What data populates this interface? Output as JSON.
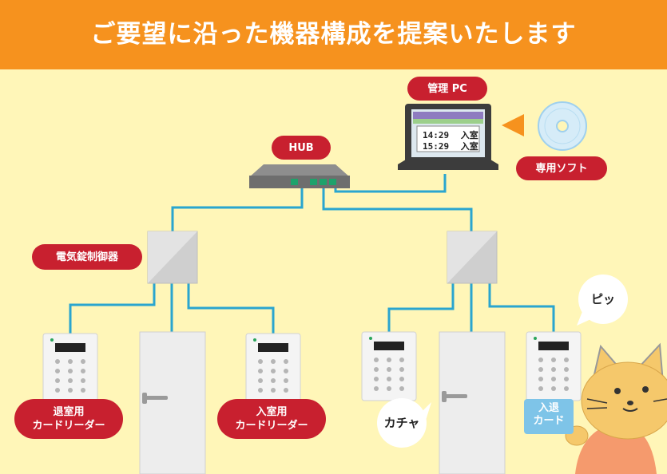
{
  "title": "ご要望に沿った機器構成を提案いたします",
  "labels": {
    "admin_pc": "管理 PC",
    "hub": "HUB",
    "software": "専用ソフト",
    "lock_controller": "電気錠制御器",
    "exit_reader_line1": "退室用",
    "exit_reader_line2": "カードリーダー",
    "entry_reader_line1": "入室用",
    "entry_reader_line2": "カードリーダー"
  },
  "screen_log": [
    {
      "time": "14:29",
      "event": "入室"
    },
    {
      "time": "15:29",
      "event": "入室"
    }
  ],
  "sounds": {
    "beep": "ピッ",
    "click": "カチャ"
  },
  "card": {
    "line1": "入退",
    "line2": "カード"
  },
  "colors": {
    "banner": "#f6921e",
    "background": "#fff6b8",
    "label": "#c8202f",
    "wire": "#2aa5cf"
  }
}
